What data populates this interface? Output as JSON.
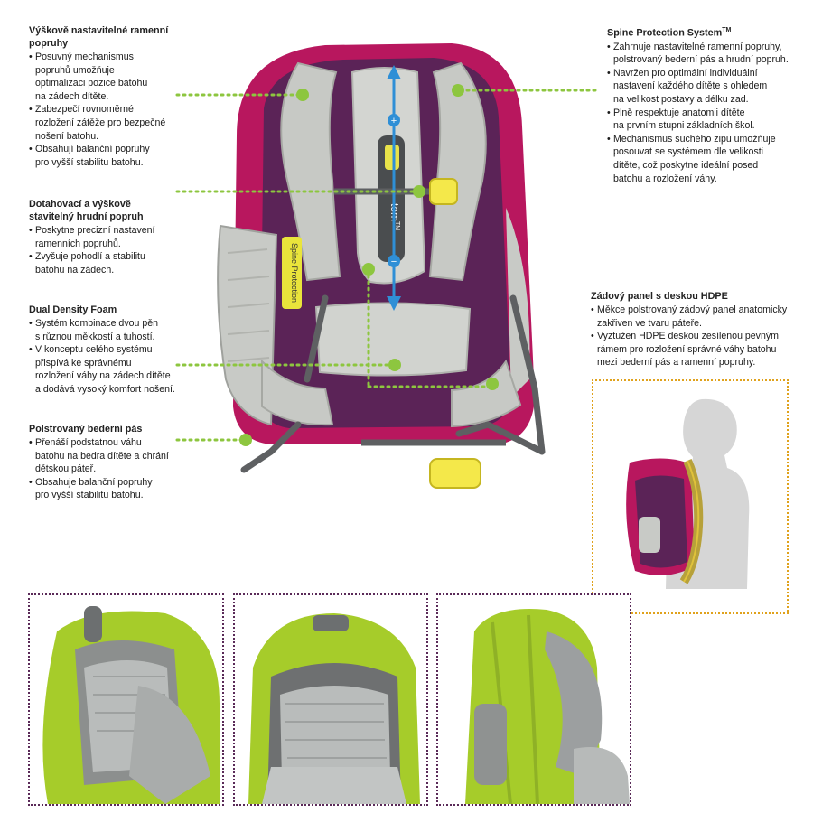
{
  "colors": {
    "callout_dot": "#8dc63f",
    "arrow": "#2f8fd6",
    "photo_frame": "#5a2a58",
    "kid_frame": "#e0a21c",
    "bag_magenta": "#b8175e",
    "bag_purple": "#5b2357",
    "bag_grey": "#c9cbc7",
    "bag_green": "#a6cc2a"
  },
  "left": {
    "shoulder": {
      "title_line1": "Výškově nastavitelné ramenní",
      "title_line2": "popruhy",
      "items": [
        [
          "Posuvný mechanismus",
          "popruhů umožňuje",
          "optimalizaci pozice batohu",
          "na zádech dítěte."
        ],
        [
          "Zabezpečí rovnoměrné",
          "rozložení zátěže pro bezpečné",
          "nošení batohu."
        ],
        [
          "Obsahují balanční popruhy",
          "pro vyšší stabilitu batohu."
        ]
      ]
    },
    "chest": {
      "title_line1": "Dotahovací a výškově",
      "title_line2": "stavitelný hrudní popruh",
      "items": [
        [
          "Poskytne precizní nastavení",
          "ramenních popruhů."
        ],
        [
          "Zvyšuje pohodlí a stabilitu",
          "batohu na zádech."
        ]
      ]
    },
    "foam": {
      "title": "Dual Density Foam",
      "items": [
        [
          "Systém kombinace dvou pěn",
          "s různou měkkostí a tuhostí."
        ],
        [
          "V konceptu celého systému",
          "přispívá ke správnému",
          "rozložení váhy na zádech dítěte",
          "a dodává vysoký komfort nošení."
        ]
      ]
    },
    "hip": {
      "title": "Polstrovaný bederní pás",
      "items": [
        [
          "Přenáší podstatnou váhu",
          "batohu na bedra dítěte a chrání",
          "dětskou páteř."
        ],
        [
          "Obsahuje balanční popruhy",
          "pro vyšší stabilitu batohu."
        ]
      ]
    }
  },
  "right": {
    "spine": {
      "title": "Spine Protection System",
      "title_sup": "TM",
      "items": [
        [
          "Zahrnuje nastavitelné ramenní popruhy,",
          "polstrovaný bederní pás a hrudní popruh."
        ],
        [
          "Navržen pro optimální individuální",
          "nastavení každého dítěte s ohledem",
          "na velikost postavy a délku zad."
        ],
        [
          "Plně respektuje anatomii dítěte",
          "na prvním stupni základních škol."
        ],
        [
          "Mechanismus suchého zipu umožňuje",
          "posouvat se systémem dle velikosti",
          "dítěte, což poskytne ideální posed",
          "batohu a rozložení váhy."
        ]
      ]
    },
    "hdpe": {
      "title": "Zádový panel s deskou HDPE",
      "items": [
        [
          "Měkce polstrovaný zádový panel anatomicky",
          "zakřiven ve tvaru páteře."
        ],
        [
          "Vyztužen HDPE deskou zesílenou pevným",
          "rámem pro rozložení správné váhy batohu",
          "mezi bederní pás a ramenní popruhy."
        ]
      ]
    }
  },
  "product_labels": {
    "side_panel": "Spine Protection",
    "system_label": "tem",
    "system_label_sup": "TM",
    "plus_sign": "+",
    "minus_sign": "−"
  }
}
